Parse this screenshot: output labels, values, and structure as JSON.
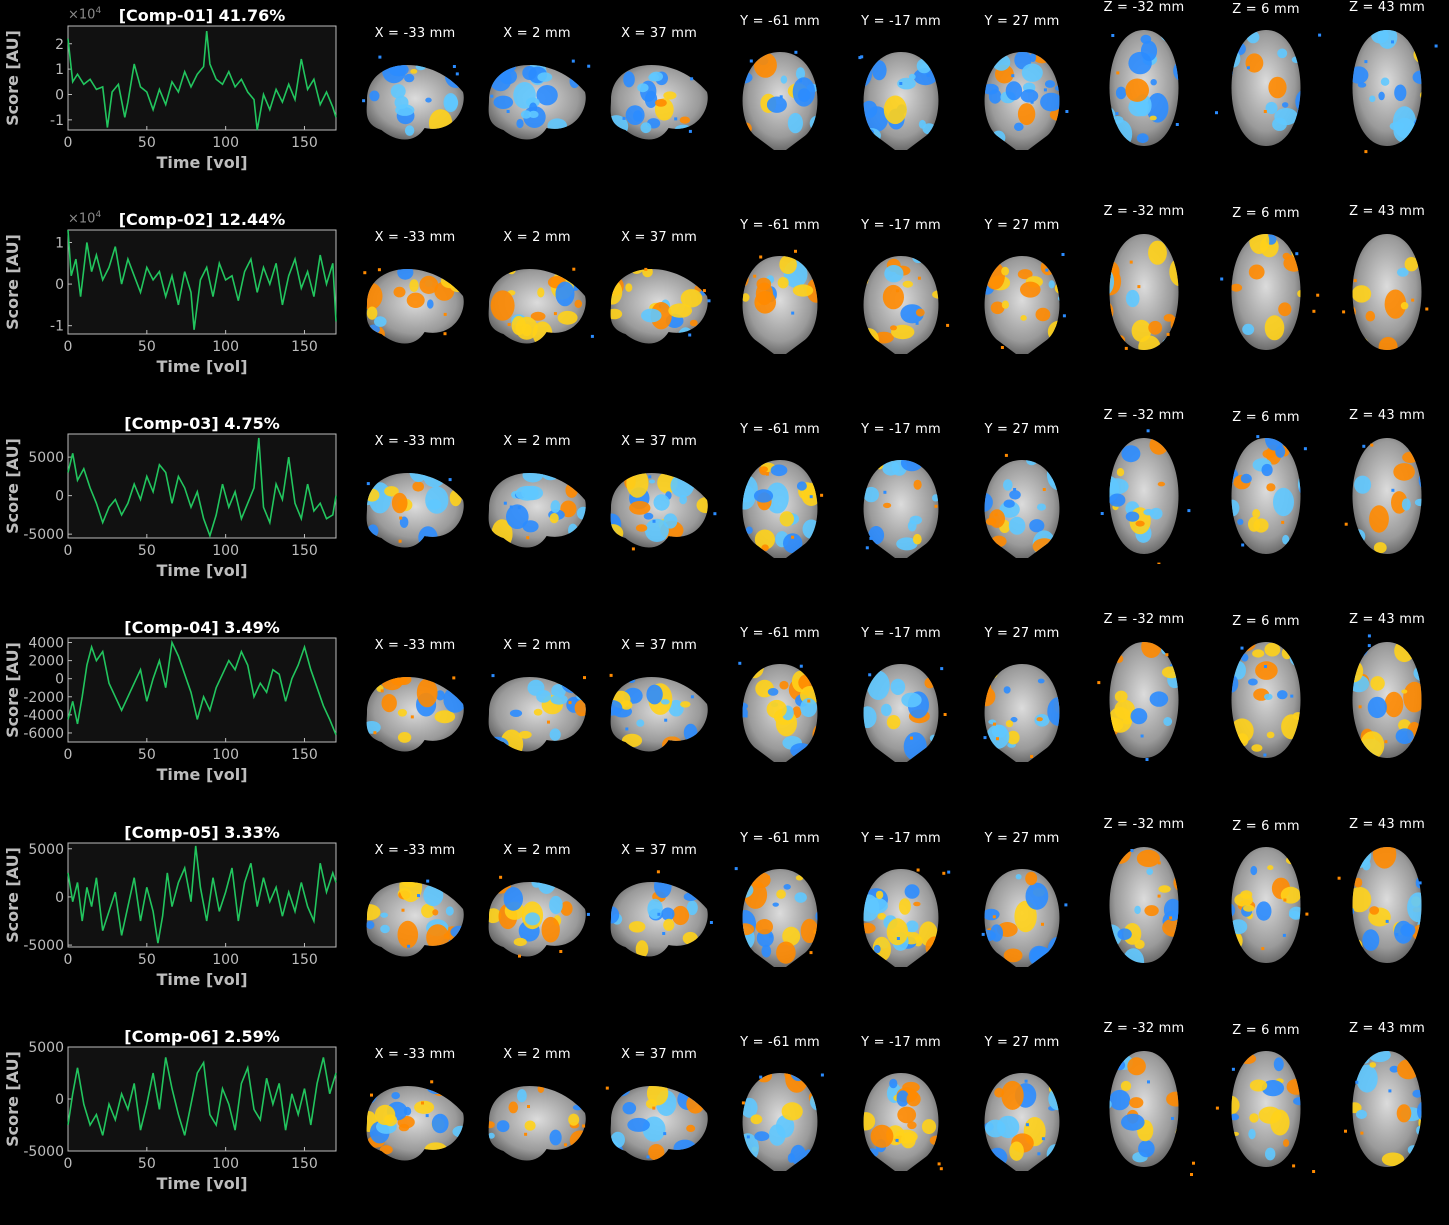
{
  "figure": {
    "axis_labels": {
      "y": "Score [AU]",
      "x": "Time [vol]"
    },
    "slice_labels": [
      "X = -33 mm",
      "X = 2 mm",
      "X = 37 mm",
      "Y = -61 mm",
      "Y = -17 mm",
      "Y = 27 mm",
      "Z = -32 mm",
      "Z = 6 mm",
      "Z = 43 mm"
    ],
    "colors": {
      "background": "#000000",
      "trace": "#22c55e",
      "positive": "#ff8a00",
      "negative": "#2b8cff",
      "text": "#bdbdbd"
    },
    "components": [
      {
        "title": "[Comp-01] 41.76%",
        "exponent": "×10",
        "exponent_power": "4"
      },
      {
        "title": "[Comp-02] 12.44%",
        "exponent": "×10",
        "exponent_power": "4"
      },
      {
        "title": "[Comp-03] 4.75%",
        "exponent": "",
        "exponent_power": ""
      },
      {
        "title": "[Comp-04] 3.49%",
        "exponent": "",
        "exponent_power": ""
      },
      {
        "title": "[Comp-05] 3.33%",
        "exponent": "",
        "exponent_power": ""
      },
      {
        "title": "[Comp-06] 2.59%",
        "exponent": "",
        "exponent_power": ""
      }
    ]
  },
  "chart_data": [
    {
      "type": "line",
      "title": "[Comp-01] 41.76%",
      "xlabel": "Time [vol]",
      "ylabel": "Score [AU]",
      "xlim": [
        0,
        170
      ],
      "ylim": [
        -1.4,
        2.7
      ],
      "y_scale_note": "×10^4",
      "xticks": [
        0,
        50,
        100,
        150
      ],
      "yticks": [
        -1,
        0,
        1,
        2
      ],
      "series": [
        {
          "x": [
            0,
            3,
            6,
            10,
            14,
            18,
            22,
            25,
            28,
            32,
            36,
            38,
            42,
            46,
            50,
            54,
            58,
            62,
            66,
            70,
            74,
            78,
            82,
            86,
            88,
            90,
            94,
            98,
            102,
            106,
            110,
            114,
            118,
            120,
            124,
            128,
            132,
            136,
            140,
            144,
            148,
            152,
            156,
            160,
            164,
            168,
            170
          ],
          "y": [
            2.2,
            0.5,
            0.8,
            0.4,
            0.6,
            0.2,
            0.3,
            -1.3,
            0.1,
            0.4,
            -0.9,
            -0.3,
            1.2,
            0.3,
            0.1,
            -0.6,
            0.2,
            -0.4,
            0.5,
            0.1,
            0.9,
            0.3,
            0.8,
            1.1,
            2.5,
            1.2,
            0.6,
            0.4,
            0.9,
            0.3,
            0.6,
            0.1,
            -0.2,
            -1.4,
            0.0,
            -0.6,
            0.2,
            -0.3,
            0.4,
            -0.2,
            1.4,
            0.2,
            0.6,
            -0.4,
            0.1,
            -0.5,
            -0.9
          ]
        }
      ]
    },
    {
      "type": "line",
      "title": "[Comp-02] 12.44%",
      "xlabel": "Time [vol]",
      "ylabel": "Score [AU]",
      "xlim": [
        0,
        170
      ],
      "ylim": [
        -1.2,
        1.3
      ],
      "y_scale_note": "×10^4",
      "xticks": [
        0,
        50,
        100,
        150
      ],
      "yticks": [
        -1,
        0,
        1
      ],
      "series": [
        {
          "x": [
            0,
            2,
            5,
            8,
            12,
            15,
            18,
            22,
            26,
            30,
            34,
            38,
            42,
            46,
            50,
            54,
            58,
            62,
            66,
            70,
            74,
            78,
            80,
            84,
            88,
            92,
            96,
            100,
            104,
            108,
            112,
            116,
            120,
            124,
            128,
            132,
            136,
            140,
            144,
            148,
            152,
            156,
            160,
            164,
            168,
            170
          ],
          "y": [
            1.3,
            0.2,
            0.6,
            -0.3,
            1.0,
            0.3,
            0.7,
            0.1,
            0.4,
            0.9,
            0.0,
            0.6,
            0.2,
            -0.2,
            0.4,
            0.1,
            0.3,
            -0.3,
            0.2,
            -0.5,
            0.3,
            -0.2,
            -1.1,
            0.1,
            0.4,
            -0.3,
            0.5,
            0.1,
            0.2,
            -0.4,
            0.3,
            0.6,
            -0.2,
            0.4,
            0.0,
            0.5,
            -0.5,
            0.2,
            0.6,
            -0.1,
            0.3,
            -0.3,
            0.7,
            0.0,
            0.5,
            -0.9
          ]
        }
      ]
    },
    {
      "type": "line",
      "title": "[Comp-03] 4.75%",
      "xlabel": "Time [vol]",
      "ylabel": "Score [AU]",
      "xlim": [
        0,
        170
      ],
      "ylim": [
        -5500,
        8000
      ],
      "xticks": [
        0,
        50,
        100,
        150
      ],
      "yticks": [
        -5000,
        0,
        5000
      ],
      "series": [
        {
          "x": [
            0,
            3,
            6,
            10,
            14,
            18,
            22,
            26,
            30,
            34,
            38,
            42,
            46,
            50,
            54,
            58,
            62,
            66,
            70,
            74,
            78,
            82,
            86,
            90,
            94,
            98,
            102,
            106,
            110,
            114,
            118,
            121,
            124,
            128,
            132,
            136,
            140,
            144,
            148,
            152,
            156,
            160,
            164,
            168,
            170
          ],
          "y": [
            3000,
            5500,
            2000,
            3500,
            1000,
            -1000,
            -3500,
            -1500,
            -500,
            -2500,
            -1000,
            1500,
            -500,
            2500,
            500,
            4000,
            3000,
            -1000,
            2500,
            1000,
            -1500,
            500,
            -3000,
            -5200,
            -2500,
            1500,
            -1500,
            500,
            -3000,
            -1000,
            1000,
            7500,
            -1500,
            -3500,
            1500,
            -500,
            5000,
            -1000,
            -3000,
            1500,
            -2000,
            -1000,
            -3000,
            -2500,
            0
          ]
        }
      ]
    },
    {
      "type": "line",
      "title": "[Comp-04] 3.49%",
      "xlabel": "Time [vol]",
      "ylabel": "Score [AU]",
      "xlim": [
        0,
        170
      ],
      "ylim": [
        -7000,
        4500
      ],
      "xticks": [
        0,
        50,
        100,
        150
      ],
      "yticks": [
        -6000,
        -4000,
        -2000,
        0,
        2000,
        4000
      ],
      "series": [
        {
          "x": [
            0,
            3,
            6,
            9,
            12,
            15,
            18,
            22,
            26,
            30,
            34,
            38,
            42,
            46,
            50,
            54,
            58,
            62,
            66,
            70,
            74,
            78,
            82,
            86,
            90,
            94,
            98,
            102,
            106,
            110,
            114,
            118,
            122,
            126,
            130,
            134,
            138,
            142,
            146,
            150,
            154,
            158,
            162,
            166,
            170
          ],
          "y": [
            -4500,
            -2500,
            -5000,
            -2000,
            1500,
            3500,
            2000,
            3000,
            -500,
            -2000,
            -3500,
            -2000,
            -500,
            1000,
            -2500,
            0,
            2000,
            -1000,
            4000,
            2500,
            500,
            -1500,
            -4500,
            -2000,
            -3500,
            -1000,
            500,
            2000,
            1000,
            3000,
            1500,
            -2000,
            -500,
            -1500,
            1000,
            500,
            -2500,
            0,
            1500,
            3500,
            1000,
            -1000,
            -3000,
            -4500,
            -6200
          ]
        }
      ]
    },
    {
      "type": "line",
      "title": "[Comp-05] 3.33%",
      "xlabel": "Time [vol]",
      "ylabel": "Score [AU]",
      "xlim": [
        0,
        170
      ],
      "ylim": [
        -5200,
        5600
      ],
      "xticks": [
        0,
        50,
        100,
        150
      ],
      "yticks": [
        -5000,
        0,
        5000
      ],
      "series": [
        {
          "x": [
            0,
            3,
            6,
            9,
            12,
            15,
            18,
            22,
            26,
            30,
            34,
            38,
            42,
            46,
            50,
            54,
            57,
            60,
            63,
            66,
            70,
            74,
            78,
            81,
            84,
            88,
            92,
            96,
            100,
            104,
            108,
            112,
            116,
            120,
            124,
            128,
            132,
            136,
            140,
            144,
            148,
            152,
            156,
            160,
            164,
            168,
            170
          ],
          "y": [
            2500,
            -500,
            1500,
            -2500,
            1000,
            -1000,
            2000,
            -3500,
            -1500,
            500,
            -4000,
            -1000,
            2000,
            -2500,
            1000,
            -1500,
            -4800,
            -2000,
            2500,
            -1000,
            1500,
            3000,
            -500,
            5300,
            1000,
            -2500,
            2000,
            -1500,
            500,
            3000,
            -2500,
            1500,
            3500,
            -1000,
            2000,
            -500,
            1000,
            -2000,
            500,
            -1500,
            1500,
            -1000,
            -2500,
            3500,
            500,
            2500,
            1500
          ]
        }
      ]
    },
    {
      "type": "line",
      "title": "[Comp-06] 2.59%",
      "xlabel": "Time [vol]",
      "ylabel": "Score [AU]",
      "xlim": [
        0,
        170
      ],
      "ylim": [
        -5000,
        5000
      ],
      "xticks": [
        0,
        50,
        100,
        150
      ],
      "yticks": [
        -5000,
        0,
        5000
      ],
      "series": [
        {
          "x": [
            0,
            3,
            6,
            10,
            14,
            18,
            22,
            26,
            30,
            34,
            38,
            42,
            46,
            50,
            54,
            58,
            62,
            66,
            70,
            74,
            78,
            82,
            86,
            90,
            94,
            98,
            102,
            106,
            110,
            114,
            118,
            122,
            126,
            130,
            134,
            138,
            142,
            146,
            150,
            154,
            158,
            162,
            166,
            170
          ],
          "y": [
            -2500,
            500,
            3000,
            -500,
            -2500,
            -1500,
            -3500,
            -500,
            -2000,
            500,
            -1000,
            1500,
            -3000,
            -500,
            2500,
            -1000,
            4000,
            1000,
            -1500,
            -3500,
            -500,
            2500,
            3500,
            -1500,
            -2500,
            1000,
            -500,
            -3000,
            1500,
            3000,
            -1000,
            -2000,
            2000,
            -500,
            1500,
            -3000,
            500,
            -1500,
            1000,
            -2500,
            1500,
            4000,
            500,
            2500
          ]
        }
      ]
    }
  ]
}
